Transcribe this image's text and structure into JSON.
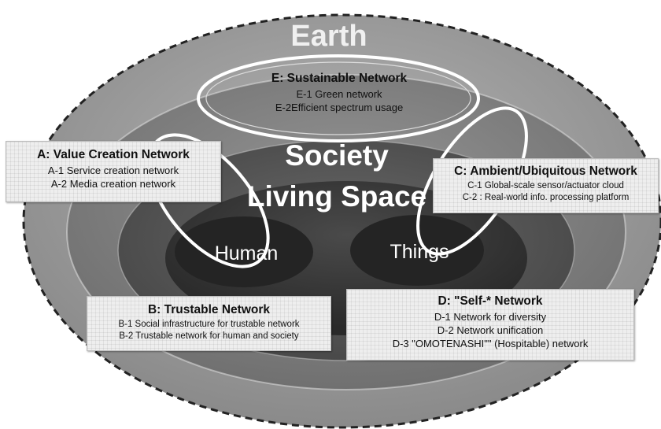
{
  "layers": {
    "earth": "Earth",
    "society": "Society",
    "living_space": "Living Space",
    "human": "Human",
    "things": "Things"
  },
  "networks": {
    "e": {
      "title": "E: Sustainable Network",
      "items": [
        "E-1 Green network",
        "E-2Efficient spectrum usage"
      ]
    },
    "a": {
      "title": "A: Value Creation Network",
      "items": [
        "A-1 Service creation network",
        "A-2 Media creation network"
      ]
    },
    "c": {
      "title": "C: Ambient/Ubiquitous Network",
      "items": [
        "C-1 Global-scale sensor/actuator cloud",
        "C-2 : Real-world info. processing platform"
      ]
    },
    "b": {
      "title": "B: Trustable Network",
      "items": [
        "B-1 Social infrastructure for trustable network",
        "B-2 Trustable network for human and society"
      ]
    },
    "d": {
      "title": "D: \"Self-* Network",
      "items": [
        "D-1 Network for diversity",
        "D-2 Network unification",
        "D-3 \"OMOTENASHI\"\" (Hospitable) network"
      ]
    }
  },
  "colors": {
    "earth_fill": "#9a9a9a",
    "society_fill": "#7f7f7f",
    "living_fill": "#5a5a5a",
    "inner_fill": "#3c3c3c",
    "label_text": "#ffffff",
    "box_fill": "#eeeeee"
  }
}
